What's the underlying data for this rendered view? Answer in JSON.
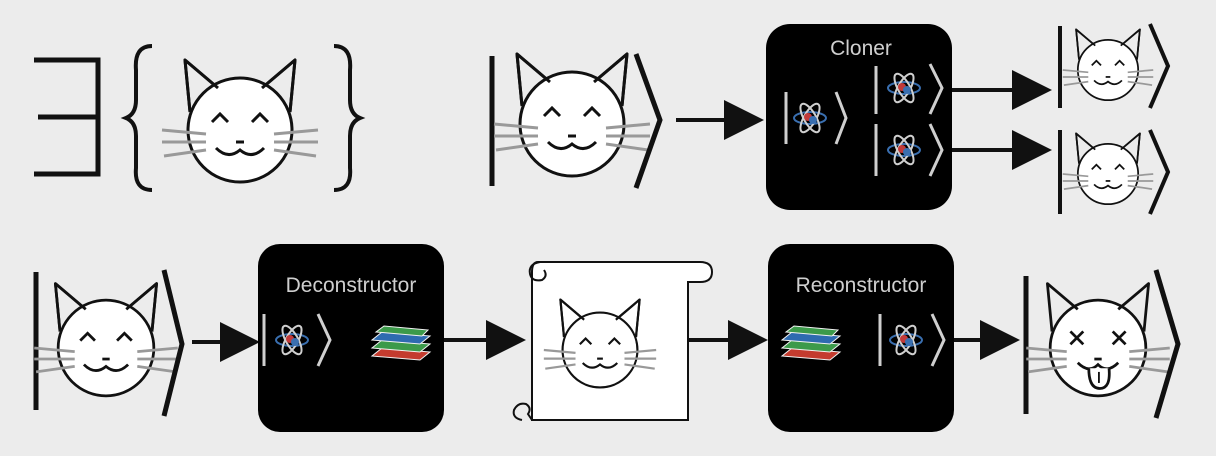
{
  "boxes": {
    "cloner_label": "Cloner",
    "deconstructor_label": "Deconstructor",
    "reconstructor_label": "Reconstructor"
  },
  "colors": {
    "background": "#ececec",
    "box_fill": "#000000",
    "box_text": "#cfcfcf",
    "stroke": "#111111",
    "atom_blue": "#3a6fb0",
    "atom_red": "#c23a3a",
    "book_green": "#3c9a4a",
    "book_red": "#c43b2e",
    "book_blue": "#2e6bb0"
  },
  "icons": [
    "exists-symbol",
    "cat-face-icon",
    "dead-cat-face-icon",
    "atom-icon",
    "book-stack-icon",
    "scroll-icon",
    "arrow-icon"
  ]
}
